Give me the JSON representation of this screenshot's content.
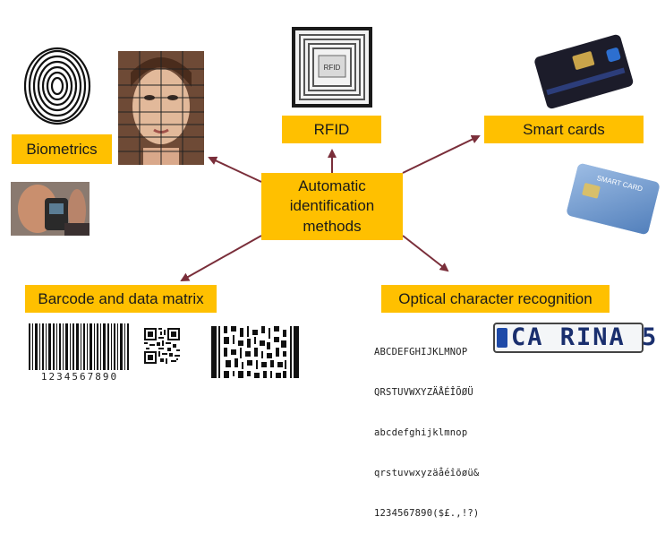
{
  "center_label": [
    "Automatic",
    "identification",
    "methods"
  ],
  "nodes": {
    "biometrics": "Biometrics",
    "rfid": "RFID",
    "smart_cards": "Smart cards",
    "barcode": "Barcode and data matrix",
    "ocr": "Optical character recognition"
  },
  "rfid_chip_text": "RFID",
  "smart_card_text": "SMART CARD",
  "barcode_number": "1234567890",
  "ocr_sample_lines": [
    "ABCDEFGHIJKLMNOP",
    "QRSTUVWXYZÄÅÉÎÕØÜ",
    "abcdefghijklmnop",
    "qrstuvwxyzäåéîõøü&",
    "1234567890($£.,!?)"
  ],
  "license_plate": "CA RINA 5",
  "colors": {
    "label_fill": "#ffc000",
    "arrow": "#7a2e3a"
  },
  "icons": [
    "fingerprint-icon",
    "face-photo",
    "iris-scan-photo",
    "rfid-tag-icon",
    "smart-card-photo",
    "barcode-icon",
    "qr-code-icon",
    "pdf417-code-icon",
    "license-plate"
  ]
}
